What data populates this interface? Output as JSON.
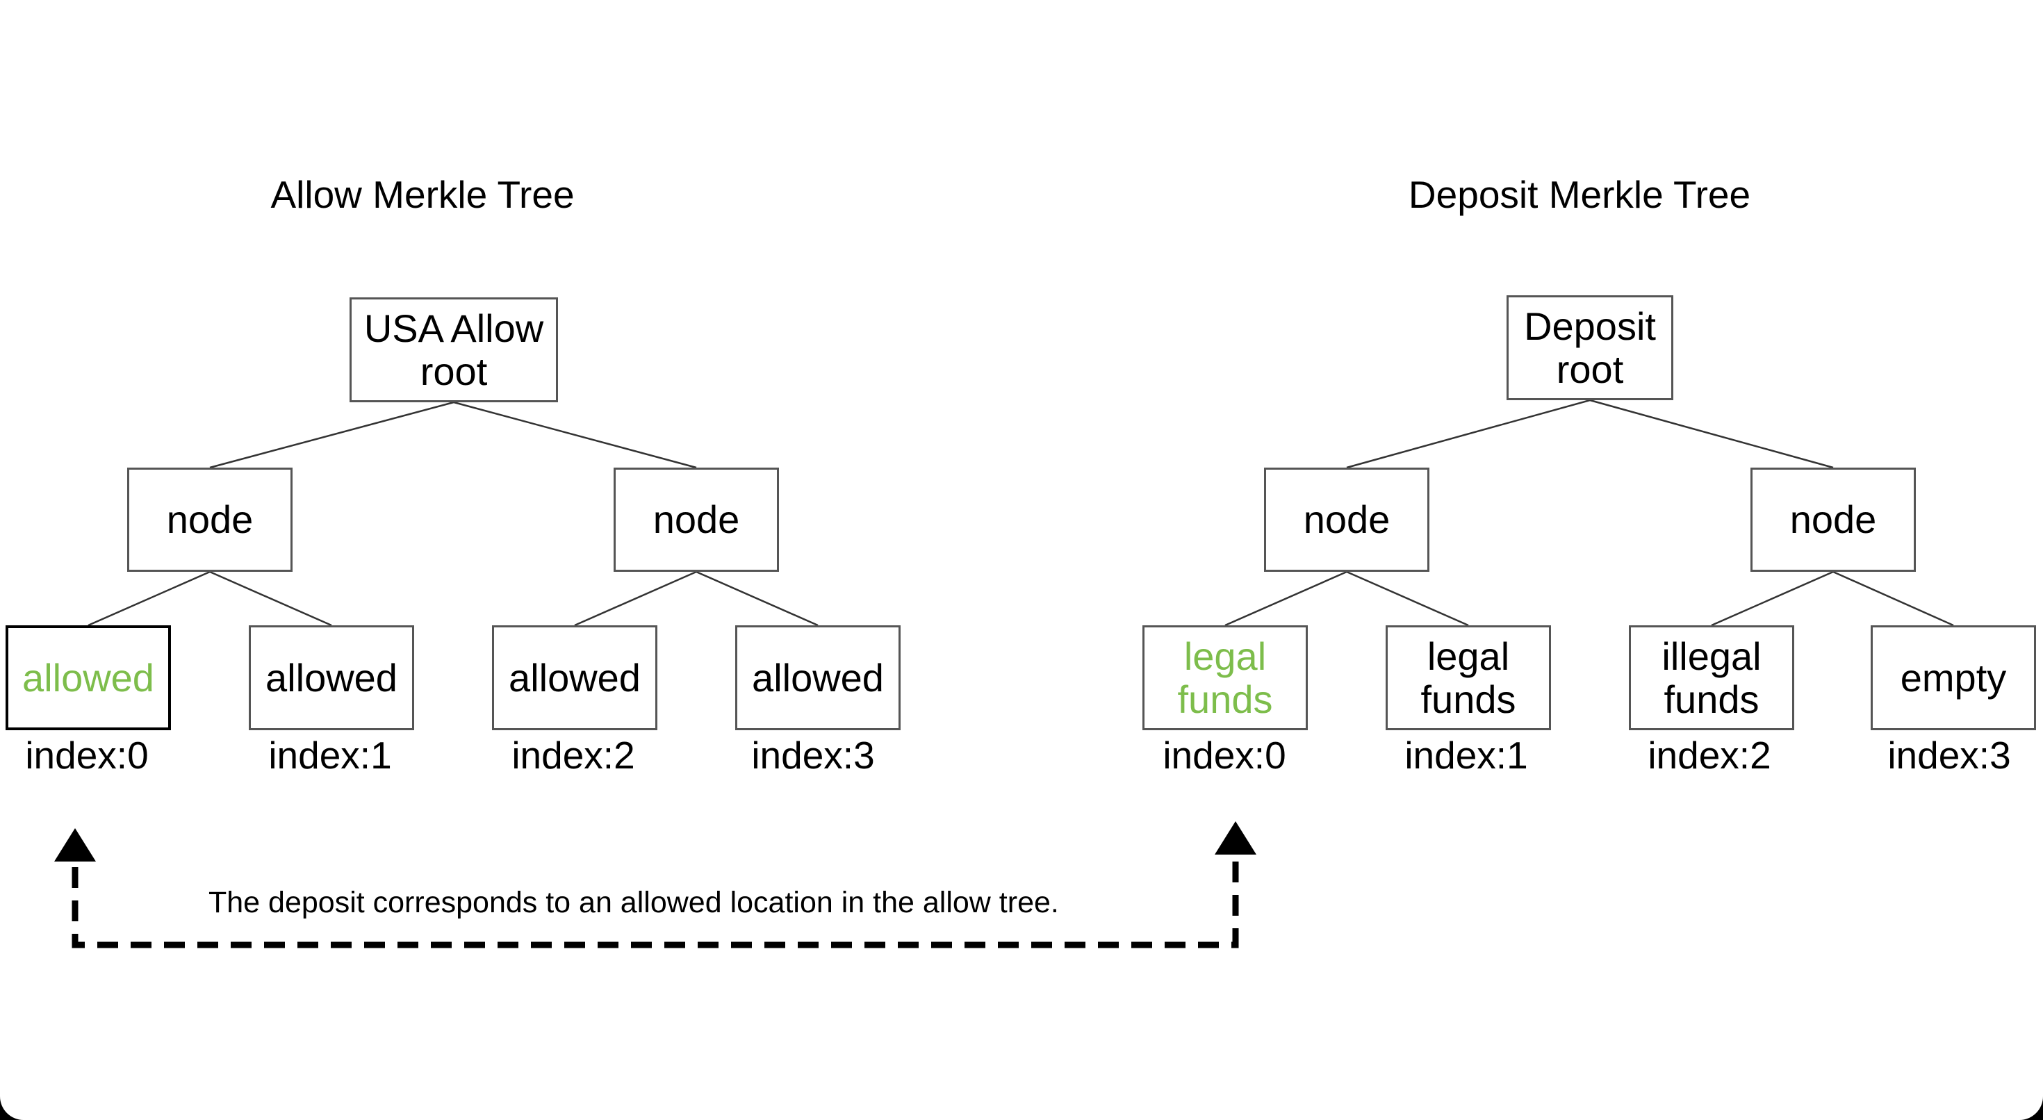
{
  "colors": {
    "highlight": "#7dbd4b",
    "box_border": "#555555",
    "edge": "#333333",
    "arrow": "#000000",
    "background": "#ffffff"
  },
  "allow_tree": {
    "title": "Allow Merkle Tree",
    "root": "USA Allow\nroot",
    "nodes": [
      "node",
      "node"
    ],
    "leaves": [
      "allowed",
      "allowed",
      "allowed",
      "allowed"
    ],
    "indices": [
      "index:0",
      "index:1",
      "index:2",
      "index:3"
    ]
  },
  "deposit_tree": {
    "title": "Deposit Merkle Tree",
    "root": "Deposit\nroot",
    "nodes": [
      "node",
      "node"
    ],
    "leaves": [
      "legal\nfunds",
      "legal\nfunds",
      "illegal\nfunds",
      "empty"
    ],
    "indices": [
      "index:0",
      "index:1",
      "index:2",
      "index:3"
    ]
  },
  "annotation": "The deposit corresponds to an allowed location in the allow tree."
}
